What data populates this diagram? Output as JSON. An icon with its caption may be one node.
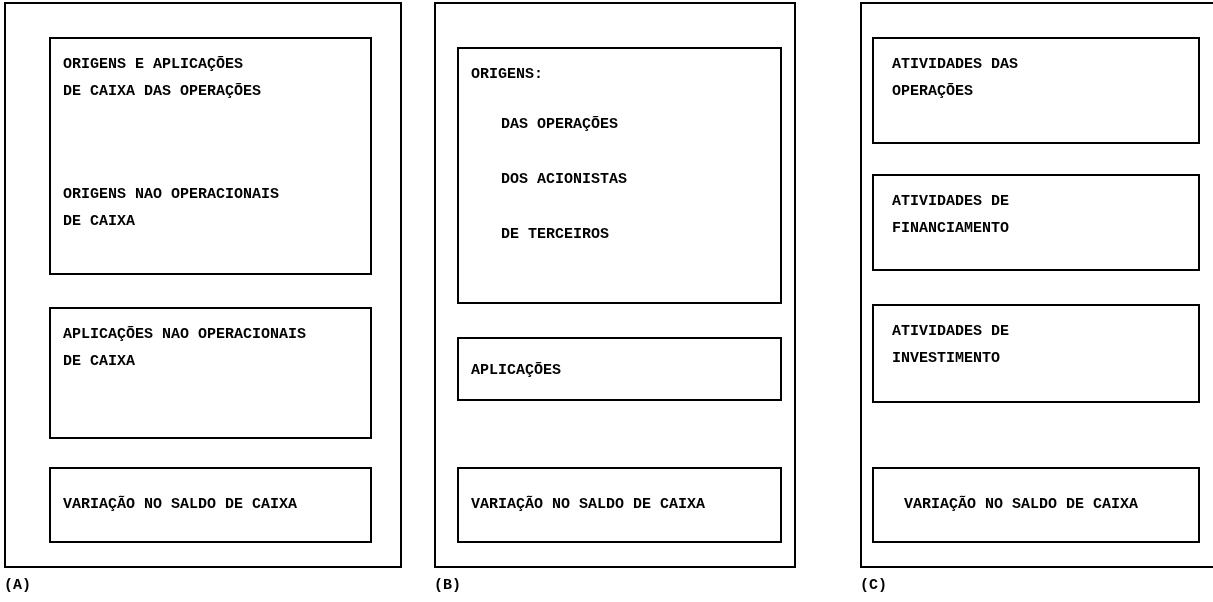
{
  "diagram": {
    "nodes": [
      {
        "text": [],
        "shape": "box"
      },
      {
        "text": [
          "ORIGENS E APLICAÇÕES DE CAIXA DAS OPERAÇÕES",
          "ORIGENS NAO OPERACIONAIS DE CAIXA"
        ],
        "in": 0
      },
      {
        "text": [
          "APLICAÇÕES NAO OPERACIONAIS DE CAIXA"
        ],
        "in": 0
      },
      {
        "text": [
          "VARIAÇÃO NO SALDO DE CAIXA"
        ],
        "in": 0
      },
      {
        "text": [],
        "shape": "box"
      },
      {
        "text": [
          "ORIGENS:",
          "DAS OPERAÇÕES",
          "DOS ACIONISTAS",
          "DE TERCEIROS"
        ],
        "in": 4
      },
      {
        "text": [
          "APLICAÇÕES"
        ],
        "in": 4
      },
      {
        "text": [
          "VARIAÇÃO NO SALDO DE CAIXA"
        ],
        "in": 4
      },
      {
        "text": [],
        "shape": "box"
      },
      {
        "text": [
          "ATIVIDADES DAS OPERAÇÕES"
        ],
        "in": 8
      },
      {
        "text": [
          "ATIVIDADES DE FINANCIAMENTO"
        ],
        "in": 8
      },
      {
        "text": [
          "ATIVIDADES DE INVESTIMENTO"
        ],
        "in": 8
      },
      {
        "text": [
          "VARIAÇÃO NO SALDO DE CAIXA"
        ],
        "in": 8
      }
    ],
    "labels": [
      "(A)",
      "(B)",
      "(C)"
    ]
  }
}
